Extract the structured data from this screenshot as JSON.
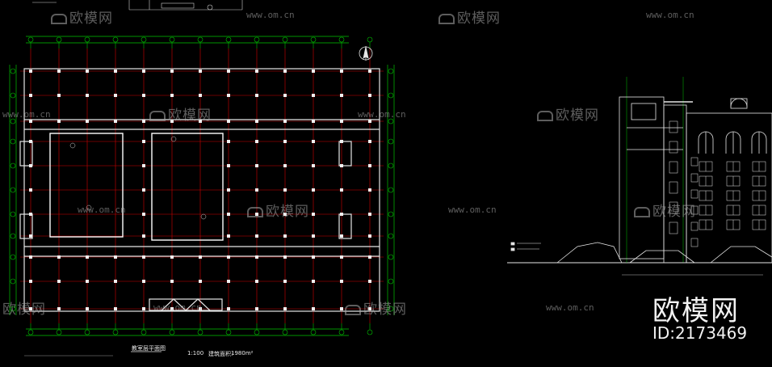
{
  "watermark": {
    "brand": "欧模网",
    "url": "www.om.cn"
  },
  "brand_stamp": {
    "name": "欧模网",
    "id": "ID:2173469"
  },
  "plan": {
    "title": "教室层平面图",
    "scale": "1:100",
    "area_label": "建筑面积:",
    "area_value": "1980m²"
  },
  "colors": {
    "background": "#000000",
    "grid_red": "#d40000",
    "axis_green": "#00c400",
    "wall_white": "#e6e6e6"
  }
}
